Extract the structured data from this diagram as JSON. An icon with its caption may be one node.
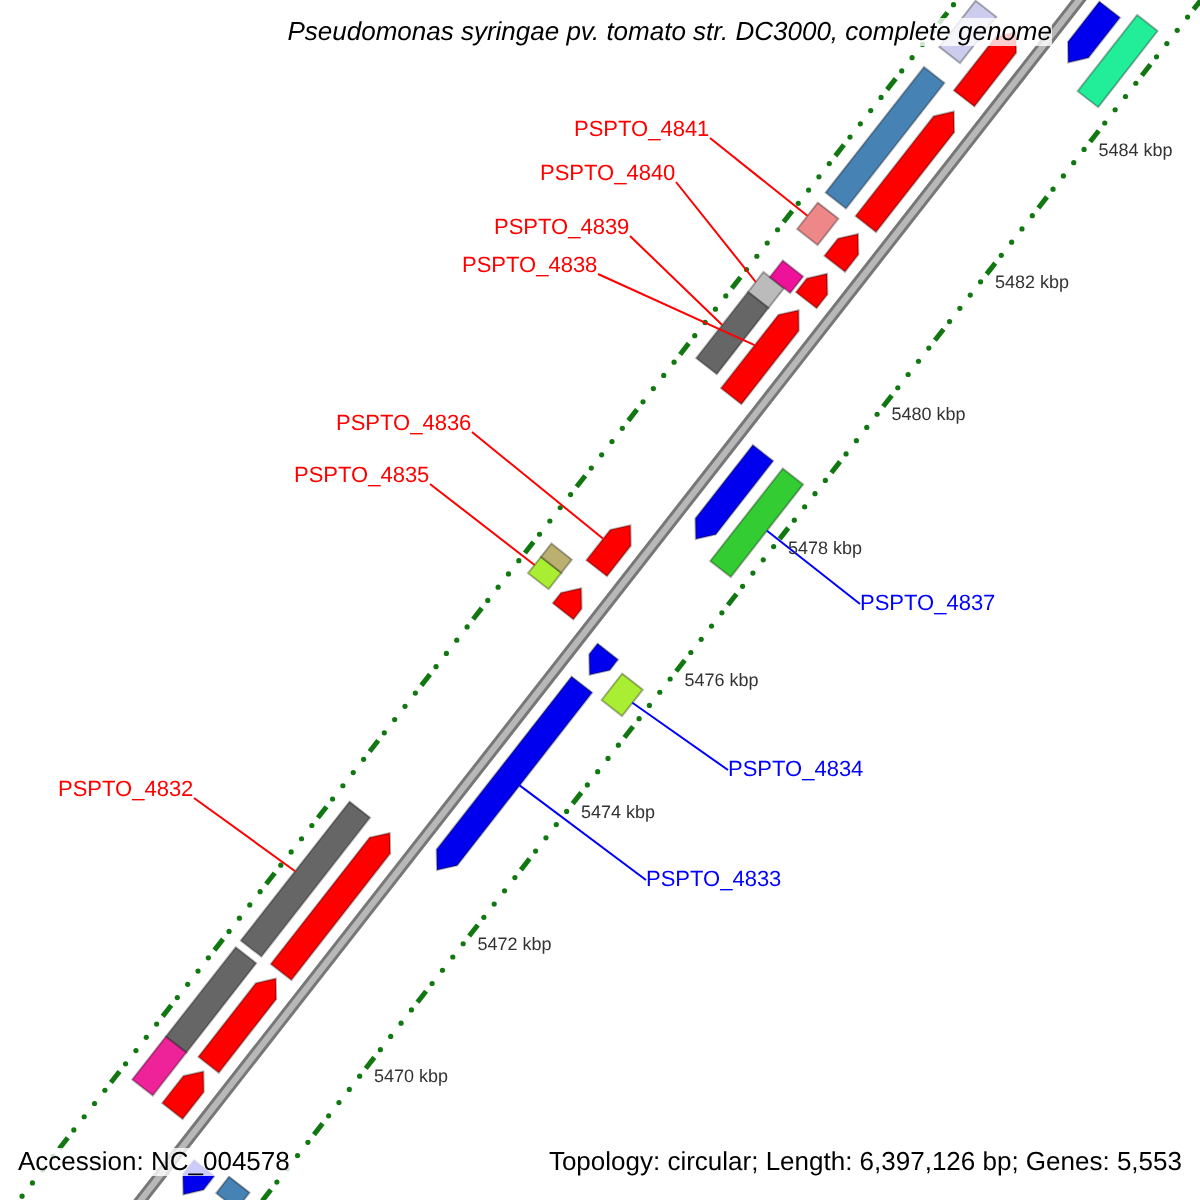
{
  "diagram": {
    "title": "Pseudomonas syringae pv. tomato str. DC3000, complete genome",
    "nodes": [
      {
        "text": [
          "PSPTO_4841"
        ]
      },
      {
        "text": [],
        "shape": "bar"
      },
      {
        "text": [
          "PSPTO_4840"
        ]
      },
      {
        "text": [],
        "shape": "bar"
      },
      {
        "text": [
          "PSPTO_4839"
        ]
      },
      {
        "text": [],
        "shape": "bar"
      },
      {
        "text": [
          "PSPTO_4838"
        ]
      },
      {
        "text": [],
        "shape": "arrow"
      },
      {
        "text": [
          "PSPTO_4836"
        ]
      },
      {
        "text": [],
        "shape": "arrow"
      },
      {
        "text": [
          "PSPTO_4835"
        ]
      },
      {
        "text": [],
        "shape": "bar"
      },
      {
        "text": [
          "PSPTO_4837"
        ]
      },
      {
        "text": [],
        "shape": "bar"
      },
      {
        "text": [
          "PSPTO_4834"
        ]
      },
      {
        "text": [],
        "shape": "bar"
      },
      {
        "text": [
          "PSPTO_4832"
        ]
      },
      {
        "text": [],
        "shape": "bar"
      },
      {
        "text": [
          "PSPTO_4833"
        ]
      },
      {
        "text": [],
        "shape": "arrow"
      },
      {
        "text": [],
        "shape": "arrow"
      },
      {
        "text": [],
        "shape": "bar"
      },
      {
        "text": [],
        "shape": "bar"
      },
      {
        "text": [],
        "shape": "arrow"
      },
      {
        "text": [],
        "shape": "bar"
      },
      {
        "text": [],
        "shape": "arrow"
      },
      {
        "text": [],
        "shape": "arrow"
      },
      {
        "text": [],
        "shape": "bar"
      },
      {
        "text": [],
        "shape": "arrow"
      },
      {
        "text": [],
        "shape": "bar"
      },
      {
        "text": [],
        "shape": "arrow"
      },
      {
        "text": [],
        "shape": "arrow"
      },
      {
        "text": [],
        "shape": "arrow"
      },
      {
        "text": [],
        "shape": "bar"
      },
      {
        "text": [],
        "shape": "arrow"
      },
      {
        "text": [],
        "shape": "bar"
      },
      {
        "text": [],
        "shape": "arrow"
      },
      {
        "text": [],
        "shape": "arrow"
      },
      {
        "text": [],
        "shape": "bar"
      },
      {
        "text": [],
        "shape": "arrow"
      }
    ],
    "edges": [
      {
        "from": 0,
        "to": 1,
        "arrow": "none"
      },
      {
        "from": 2,
        "to": 3,
        "arrow": "none"
      },
      {
        "from": 4,
        "to": 5,
        "arrow": "none"
      },
      {
        "from": 6,
        "to": 7,
        "arrow": "none"
      },
      {
        "from": 8,
        "to": 9,
        "arrow": "none"
      },
      {
        "from": 10,
        "to": 11,
        "arrow": "none"
      },
      {
        "from": 12,
        "to": 13,
        "arrow": "none",
        "color": "#0000ff"
      },
      {
        "from": 14,
        "to": 15,
        "arrow": "none",
        "color": "#0000ff"
      },
      {
        "from": 16,
        "to": 17,
        "arrow": "none"
      },
      {
        "from": 18,
        "to": 19,
        "arrow": "none",
        "color": "#0000ff"
      }
    ],
    "labels": [
      "5484 kbp",
      "5482 kbp",
      "5480 kbp",
      "5478 kbp",
      "5476 kbp",
      "5474 kbp",
      "5472 kbp",
      "5470 kbp",
      "Accession: NC_004578",
      "Topology: circular; Length: 6,397,126 bp; Genes: 5,553"
    ]
  }
}
